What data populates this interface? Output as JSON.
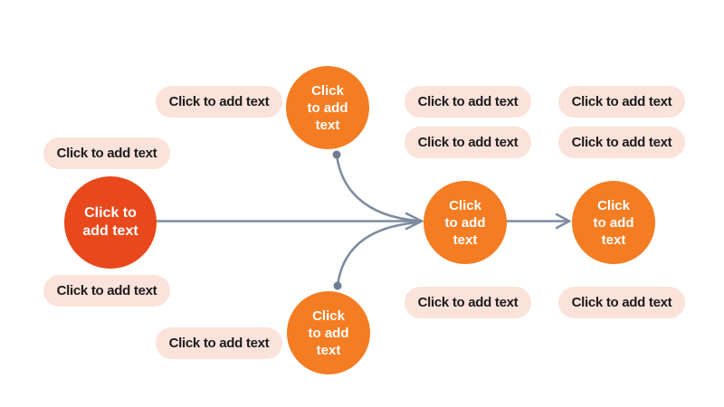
{
  "slide": {
    "background": "#ffffff",
    "placeholder_text": "Click to add text"
  },
  "colors": {
    "canvas_bg": "#ffffff",
    "primary_circle": "#e8481c",
    "secondary_circle": "#f47c22",
    "pill_bg": "#fbe3dc",
    "pill_text": "#1c1c1c",
    "circle_text": "#ffffff",
    "connector": "#7d8ba0",
    "connector_dot": "#6e7d92"
  },
  "circles": [
    {
      "id": "root",
      "role": "start-node",
      "label": "Click to add text"
    },
    {
      "id": "top",
      "role": "branch-node",
      "label": "Click to add text"
    },
    {
      "id": "bottom",
      "role": "branch-node",
      "label": "Click to add text"
    },
    {
      "id": "merge",
      "role": "merge-node",
      "label": "Click to add text"
    },
    {
      "id": "result",
      "role": "end-node",
      "label": "Click to add text"
    }
  ],
  "pills": [
    {
      "id": "left-upper",
      "label": "Click to add text"
    },
    {
      "id": "left-lower",
      "label": "Click to add text"
    },
    {
      "id": "top-left",
      "label": "Click to add text"
    },
    {
      "id": "bottom-left",
      "label": "Click to add text"
    },
    {
      "id": "right-a1",
      "label": "Click to add text"
    },
    {
      "id": "right-a2",
      "label": "Click to add text"
    },
    {
      "id": "right-b1",
      "label": "Click to add text"
    },
    {
      "id": "right-b2",
      "label": "Click to add text"
    },
    {
      "id": "right-a-bottom",
      "label": "Click to add text"
    },
    {
      "id": "right-b-bottom",
      "label": "Click to add text"
    }
  ],
  "connectors": [
    {
      "from": "root",
      "to": "merge",
      "type": "straight-arrow"
    },
    {
      "from": "top",
      "to": "merge",
      "type": "curved-with-dot"
    },
    {
      "from": "bottom",
      "to": "merge",
      "type": "curved-with-dot"
    },
    {
      "from": "merge",
      "to": "result",
      "type": "straight-arrow"
    }
  ]
}
